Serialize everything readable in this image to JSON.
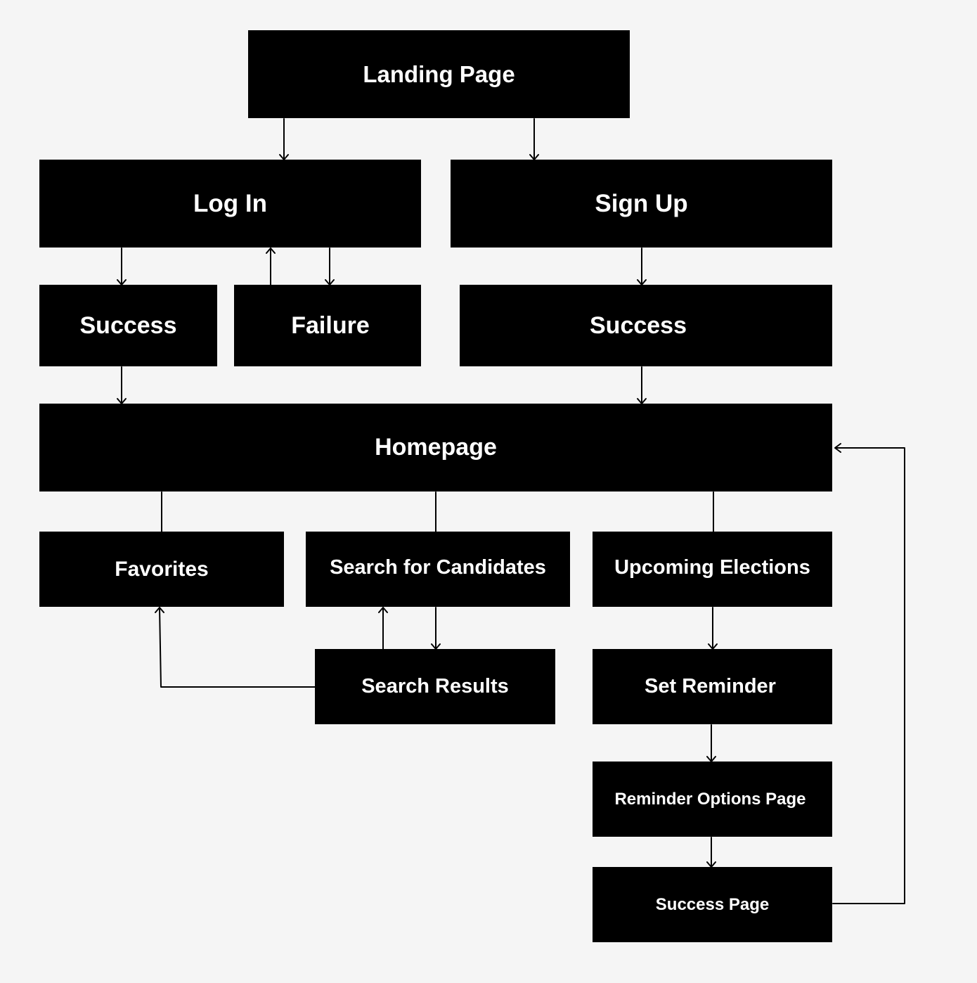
{
  "colors": {
    "background": "#f5f5f5",
    "box_fill": "#000000",
    "box_text": "#ffffff",
    "connector": "#000000"
  },
  "nodes": {
    "landing_page": "Landing Page",
    "log_in": "Log In",
    "sign_up": "Sign Up",
    "login_success": "Success",
    "login_failure": "Failure",
    "signup_success": "Success",
    "homepage": "Homepage",
    "favorites": "Favorites",
    "search_for_candidates": "Search for Candidates",
    "upcoming_elections": "Upcoming Elections",
    "search_results": "Search Results",
    "set_reminder": "Set Reminder",
    "reminder_options_page": "Reminder Options Page",
    "success_page": "Success Page"
  }
}
